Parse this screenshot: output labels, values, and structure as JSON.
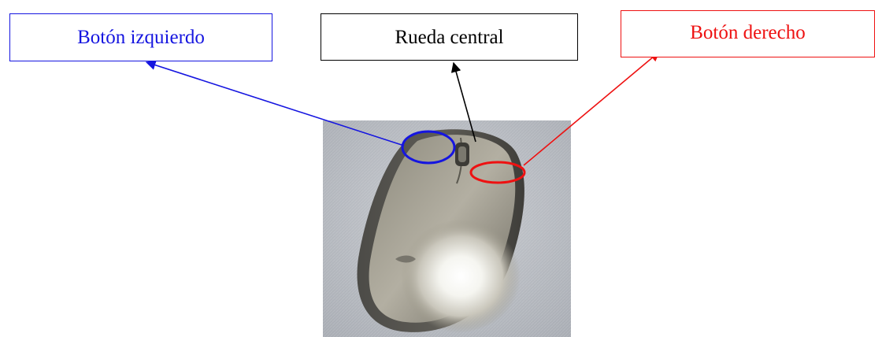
{
  "labels": {
    "left_button": "Botón izquierdo",
    "scroll_wheel": "Rueda central",
    "right_button": "Botón derecho"
  },
  "colors": {
    "left_button": "#1515e0",
    "scroll_wheel": "#000000",
    "right_button": "#ee1111"
  },
  "photo": {
    "subject": "computer-mouse-photo"
  }
}
